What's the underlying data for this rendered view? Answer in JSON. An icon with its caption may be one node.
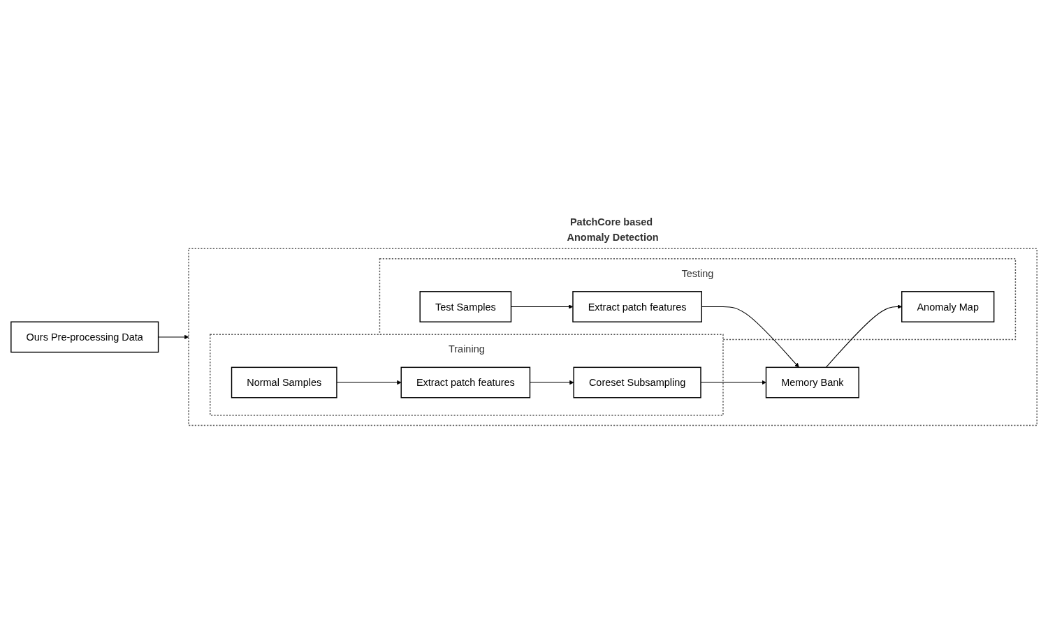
{
  "diagram": {
    "nodes": [
      {
        "text": [
          "Ours Pre-processing Data"
        ]
      },
      {
        "text": [
          "PatchCore based Anomaly Detection"
        ]
      },
      {
        "text": [
          "Training"
        ],
        "in": 1
      },
      {
        "text": [
          "Normal Samples"
        ],
        "in": 2
      },
      {
        "text": [
          "Extract patch features"
        ],
        "in": 2
      },
      {
        "text": [
          "Coreset Subsampling"
        ],
        "in": 2
      },
      {
        "text": [
          "Memory Bank"
        ],
        "in": 1
      },
      {
        "text": [
          "Testing"
        ],
        "in": 1
      },
      {
        "text": [
          "Test Samples"
        ],
        "in": 7
      },
      {
        "text": [
          "Extract patch features"
        ],
        "in": 7
      },
      {
        "text": [
          "Anomaly Map"
        ],
        "in": 7
      }
    ],
    "edges": [
      {
        "from": 0,
        "to": 1,
        "arrow": "to"
      },
      {
        "from": 3,
        "to": 4,
        "arrow": "to"
      },
      {
        "from": 4,
        "to": 5,
        "arrow": "to"
      },
      {
        "from": 5,
        "to": 6,
        "arrow": "to"
      },
      {
        "from": 9,
        "to": 6,
        "arrow": "to"
      },
      {
        "from": 6,
        "to": 10,
        "arrow": "to"
      },
      {
        "from": 8,
        "to": 9,
        "arrow": "to"
      }
    ]
  }
}
